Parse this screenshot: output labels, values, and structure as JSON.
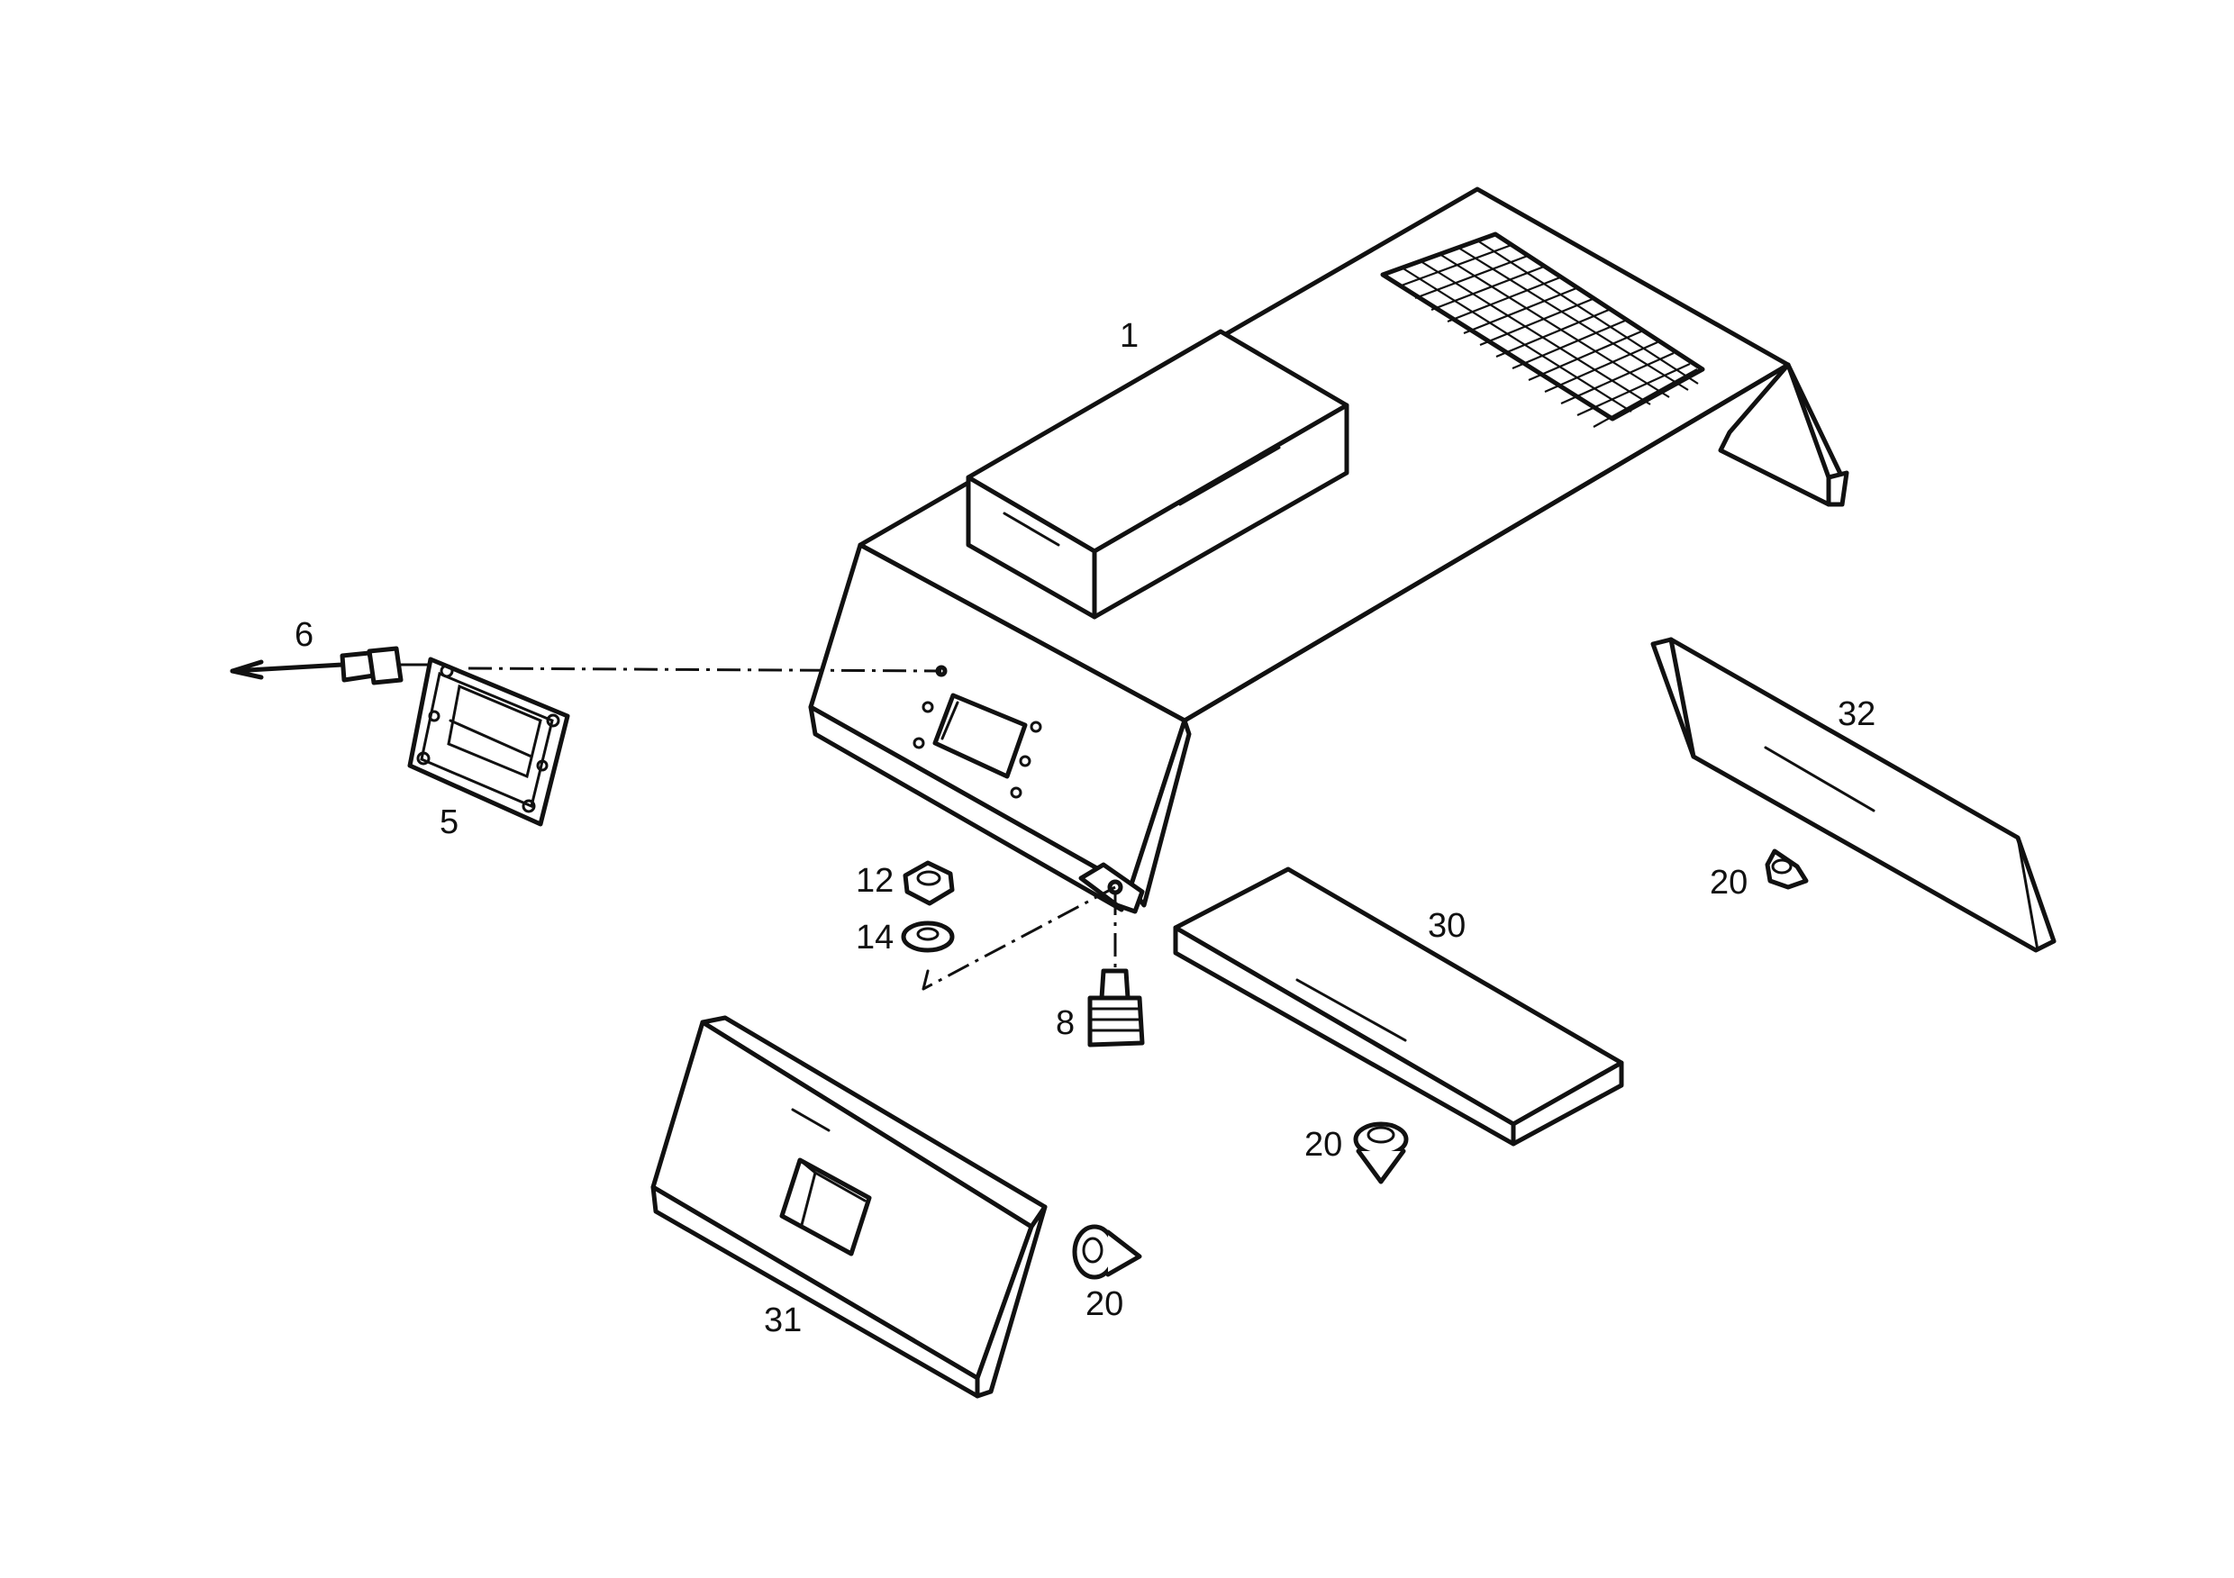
{
  "callouts": {
    "c1": "1",
    "c5": "5",
    "c6": "6",
    "c8": "8",
    "c12": "12",
    "c14": "14",
    "c20a": "20",
    "c20b": "20",
    "c20c": "20",
    "c30": "30",
    "c31": "31",
    "c32": "32"
  }
}
